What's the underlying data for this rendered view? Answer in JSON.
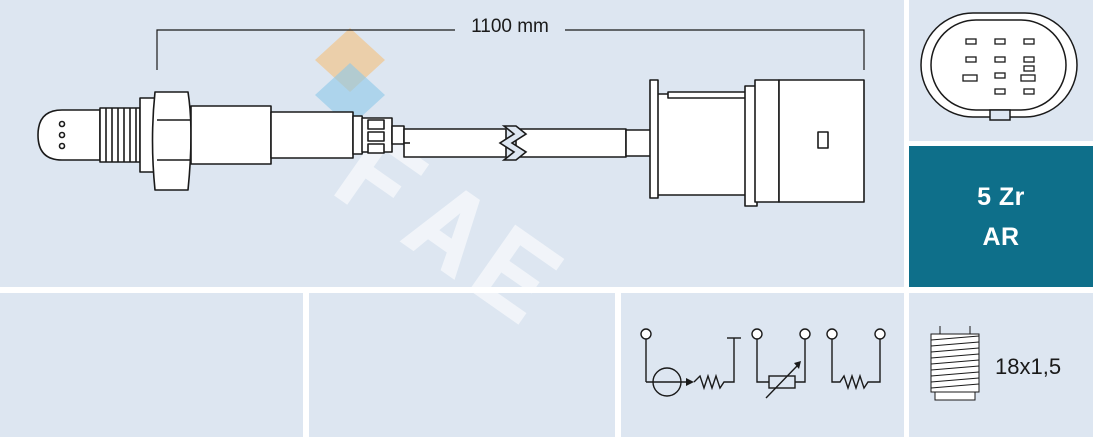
{
  "product": {
    "cable_length": "1100 mm",
    "watermark": "FAE",
    "sensor_type_line1": "5 Zr",
    "sensor_type_line2": "AR",
    "thread": "18x1,5"
  },
  "colors": {
    "panel": "#dde6f1",
    "accent": "#0e6f8a",
    "line": "#1a1a1a",
    "watermark_orange": "#f1c48a",
    "watermark_blue": "#7fc3e8"
  },
  "icons": {
    "connector": "connector-pinout-icon",
    "circuit": "sensor-circuit-schematic-icon",
    "thread": "thread-icon"
  }
}
